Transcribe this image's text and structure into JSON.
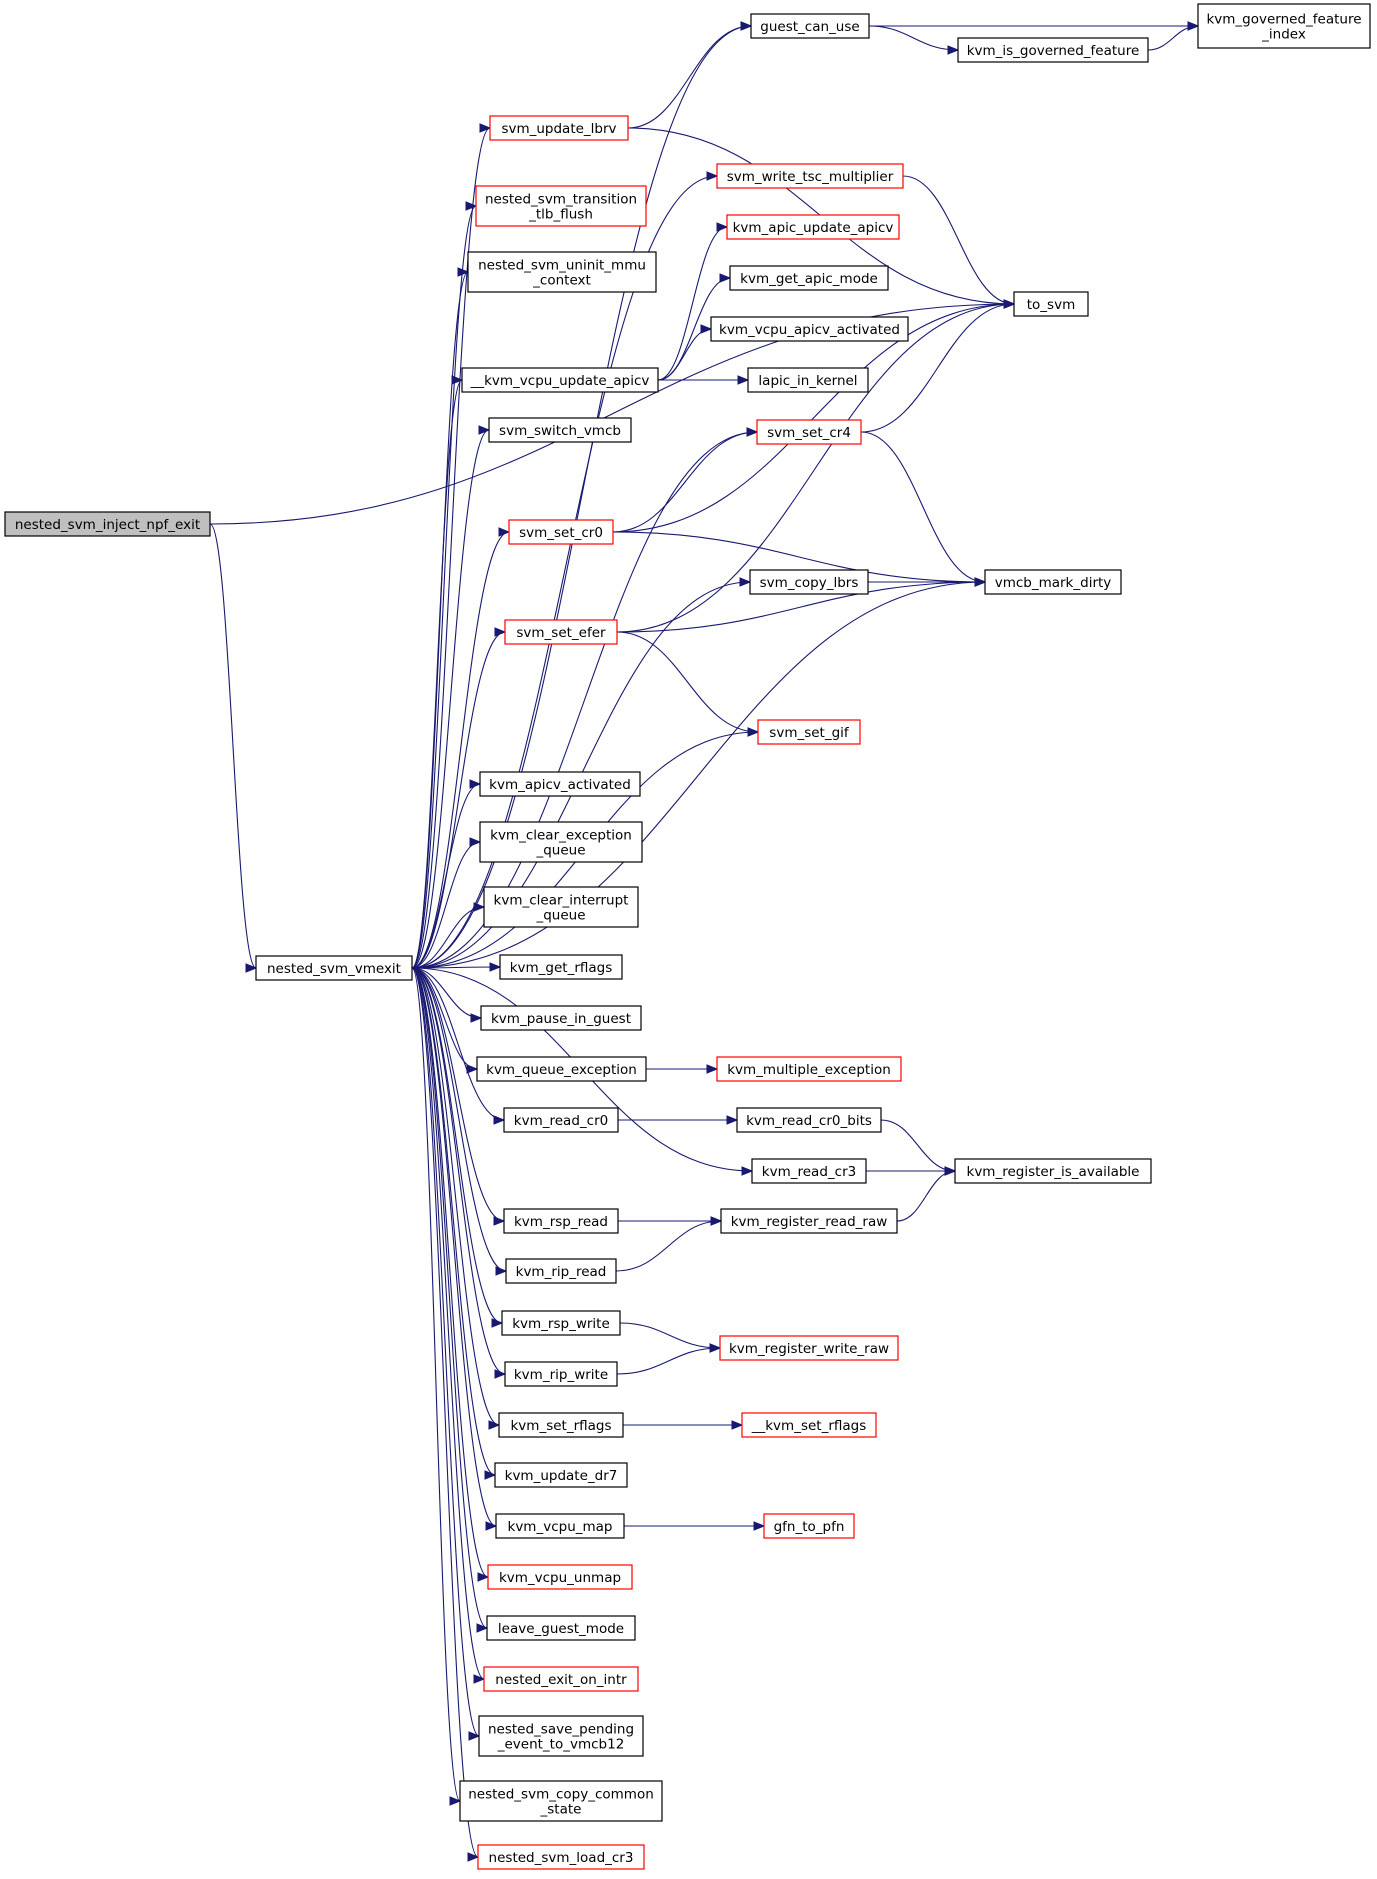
{
  "colors": {
    "edge": "#191970",
    "border_normal": "#000000",
    "border_truncated": "#ff0000",
    "root_fill": "#bfbfbf",
    "node_fill": "#ffffff"
  },
  "nodes": [
    {
      "id": "root",
      "lines": [
        "nested_svm_inject_npf_exit"
      ],
      "style": "root"
    },
    {
      "id": "vmexit",
      "lines": [
        "nested_svm_vmexit"
      ],
      "style": "normal"
    },
    {
      "id": "guest_can_use",
      "lines": [
        "guest_can_use"
      ],
      "style": "normal"
    },
    {
      "id": "gov_index",
      "lines": [
        "kvm_governed_feature",
        "_index"
      ],
      "style": "normal"
    },
    {
      "id": "is_governed",
      "lines": [
        "kvm_is_governed_feature"
      ],
      "style": "normal"
    },
    {
      "id": "update_lbrv",
      "lines": [
        "svm_update_lbrv"
      ],
      "style": "truncated"
    },
    {
      "id": "tlb_flush",
      "lines": [
        "nested_svm_transition",
        "_tlb_flush"
      ],
      "style": "truncated"
    },
    {
      "id": "uninit_mmu",
      "lines": [
        "nested_svm_uninit_mmu",
        "_context"
      ],
      "style": "normal"
    },
    {
      "id": "tsc_mult",
      "lines": [
        "svm_write_tsc_multiplier"
      ],
      "style": "truncated"
    },
    {
      "id": "apic_upd",
      "lines": [
        "kvm_apic_update_apicv"
      ],
      "style": "truncated"
    },
    {
      "id": "apic_mode",
      "lines": [
        "kvm_get_apic_mode"
      ],
      "style": "normal"
    },
    {
      "id": "to_svm",
      "lines": [
        "to_svm"
      ],
      "style": "normal"
    },
    {
      "id": "apicv_act",
      "lines": [
        "kvm_vcpu_apicv_activated"
      ],
      "style": "normal"
    },
    {
      "id": "vcpu_upd",
      "lines": [
        "__kvm_vcpu_update_apicv"
      ],
      "style": "normal"
    },
    {
      "id": "lapic",
      "lines": [
        "lapic_in_kernel"
      ],
      "style": "normal"
    },
    {
      "id": "switch_vmcb",
      "lines": [
        "svm_switch_vmcb"
      ],
      "style": "normal"
    },
    {
      "id": "set_cr4",
      "lines": [
        "svm_set_cr4"
      ],
      "style": "truncated"
    },
    {
      "id": "set_cr0",
      "lines": [
        "svm_set_cr0"
      ],
      "style": "truncated"
    },
    {
      "id": "copy_lbrs",
      "lines": [
        "svm_copy_lbrs"
      ],
      "style": "normal"
    },
    {
      "id": "mark_dirty",
      "lines": [
        "vmcb_mark_dirty"
      ],
      "style": "normal"
    },
    {
      "id": "set_efer",
      "lines": [
        "svm_set_efer"
      ],
      "style": "truncated"
    },
    {
      "id": "set_gif",
      "lines": [
        "svm_set_gif"
      ],
      "style": "truncated"
    },
    {
      "id": "apicv_activated",
      "lines": [
        "kvm_apicv_activated"
      ],
      "style": "normal"
    },
    {
      "id": "clr_exc",
      "lines": [
        "kvm_clear_exception",
        "_queue"
      ],
      "style": "normal"
    },
    {
      "id": "clr_int",
      "lines": [
        "kvm_clear_interrupt",
        "_queue"
      ],
      "style": "normal"
    },
    {
      "id": "get_rflags",
      "lines": [
        "kvm_get_rflags"
      ],
      "style": "normal"
    },
    {
      "id": "pause",
      "lines": [
        "kvm_pause_in_guest"
      ],
      "style": "normal"
    },
    {
      "id": "queue_exc",
      "lines": [
        "kvm_queue_exception"
      ],
      "style": "normal"
    },
    {
      "id": "mult_exc",
      "lines": [
        "kvm_multiple_exception"
      ],
      "style": "truncated"
    },
    {
      "id": "read_cr0",
      "lines": [
        "kvm_read_cr0"
      ],
      "style": "normal"
    },
    {
      "id": "read_cr0_bits",
      "lines": [
        "kvm_read_cr0_bits"
      ],
      "style": "normal"
    },
    {
      "id": "read_cr3",
      "lines": [
        "kvm_read_cr3"
      ],
      "style": "normal"
    },
    {
      "id": "reg_avail",
      "lines": [
        "kvm_register_is_available"
      ],
      "style": "normal"
    },
    {
      "id": "rsp_read",
      "lines": [
        "kvm_rsp_read"
      ],
      "style": "normal"
    },
    {
      "id": "reg_read_raw",
      "lines": [
        "kvm_register_read_raw"
      ],
      "style": "normal"
    },
    {
      "id": "rip_read",
      "lines": [
        "kvm_rip_read"
      ],
      "style": "normal"
    },
    {
      "id": "rsp_write",
      "lines": [
        "kvm_rsp_write"
      ],
      "style": "normal"
    },
    {
      "id": "reg_write_raw",
      "lines": [
        "kvm_register_write_raw"
      ],
      "style": "truncated"
    },
    {
      "id": "rip_write",
      "lines": [
        "kvm_rip_write"
      ],
      "style": "normal"
    },
    {
      "id": "set_rflags",
      "lines": [
        "kvm_set_rflags"
      ],
      "style": "normal"
    },
    {
      "id": "__set_rflags",
      "lines": [
        "__kvm_set_rflags"
      ],
      "style": "truncated"
    },
    {
      "id": "update_dr7",
      "lines": [
        "kvm_update_dr7"
      ],
      "style": "normal"
    },
    {
      "id": "vcpu_map",
      "lines": [
        "kvm_vcpu_map"
      ],
      "style": "normal"
    },
    {
      "id": "gfn_to_pfn",
      "lines": [
        "gfn_to_pfn"
      ],
      "style": "truncated"
    },
    {
      "id": "vcpu_unmap",
      "lines": [
        "kvm_vcpu_unmap"
      ],
      "style": "truncated"
    },
    {
      "id": "leave_guest",
      "lines": [
        "leave_guest_mode"
      ],
      "style": "normal"
    },
    {
      "id": "exit_on_intr",
      "lines": [
        "nested_exit_on_intr"
      ],
      "style": "truncated"
    },
    {
      "id": "save_pending",
      "lines": [
        "nested_save_pending",
        "_event_to_vmcb12"
      ],
      "style": "normal"
    },
    {
      "id": "copy_common",
      "lines": [
        "nested_svm_copy_common",
        "_state"
      ],
      "style": "normal"
    },
    {
      "id": "load_cr3",
      "lines": [
        "nested_svm_load_cr3"
      ],
      "style": "truncated"
    }
  ],
  "edges": [
    [
      "root",
      "to_svm"
    ],
    [
      "root",
      "vmexit"
    ],
    [
      "vmexit",
      "guest_can_use"
    ],
    [
      "vmexit",
      "update_lbrv"
    ],
    [
      "vmexit",
      "tlb_flush"
    ],
    [
      "vmexit",
      "uninit_mmu"
    ],
    [
      "vmexit",
      "tsc_mult"
    ],
    [
      "vmexit",
      "vcpu_upd"
    ],
    [
      "vmexit",
      "switch_vmcb"
    ],
    [
      "vmexit",
      "set_cr4"
    ],
    [
      "vmexit",
      "set_cr0"
    ],
    [
      "vmexit",
      "copy_lbrs"
    ],
    [
      "vmexit",
      "set_efer"
    ],
    [
      "vmexit",
      "set_gif"
    ],
    [
      "vmexit",
      "mark_dirty"
    ],
    [
      "vmexit",
      "apicv_activated"
    ],
    [
      "vmexit",
      "clr_exc"
    ],
    [
      "vmexit",
      "clr_int"
    ],
    [
      "vmexit",
      "get_rflags"
    ],
    [
      "vmexit",
      "pause"
    ],
    [
      "vmexit",
      "queue_exc"
    ],
    [
      "vmexit",
      "read_cr0"
    ],
    [
      "vmexit",
      "read_cr3"
    ],
    [
      "vmexit",
      "rsp_read"
    ],
    [
      "vmexit",
      "rip_read"
    ],
    [
      "vmexit",
      "rsp_write"
    ],
    [
      "vmexit",
      "rip_write"
    ],
    [
      "vmexit",
      "set_rflags"
    ],
    [
      "vmexit",
      "update_dr7"
    ],
    [
      "vmexit",
      "vcpu_map"
    ],
    [
      "vmexit",
      "vcpu_unmap"
    ],
    [
      "vmexit",
      "leave_guest"
    ],
    [
      "vmexit",
      "exit_on_intr"
    ],
    [
      "vmexit",
      "save_pending"
    ],
    [
      "vmexit",
      "copy_common"
    ],
    [
      "vmexit",
      "load_cr3"
    ],
    [
      "guest_can_use",
      "gov_index"
    ],
    [
      "guest_can_use",
      "is_governed"
    ],
    [
      "is_governed",
      "gov_index"
    ],
    [
      "update_lbrv",
      "guest_can_use"
    ],
    [
      "update_lbrv",
      "to_svm"
    ],
    [
      "tsc_mult",
      "to_svm"
    ],
    [
      "vcpu_upd",
      "apic_upd"
    ],
    [
      "vcpu_upd",
      "apic_mode"
    ],
    [
      "vcpu_upd",
      "apicv_act"
    ],
    [
      "vcpu_upd",
      "lapic"
    ],
    [
      "set_cr4",
      "to_svm"
    ],
    [
      "set_cr4",
      "mark_dirty"
    ],
    [
      "set_cr0",
      "set_cr4"
    ],
    [
      "set_cr0",
      "to_svm"
    ],
    [
      "set_cr0",
      "mark_dirty"
    ],
    [
      "copy_lbrs",
      "mark_dirty"
    ],
    [
      "set_efer",
      "to_svm"
    ],
    [
      "set_efer",
      "mark_dirty"
    ],
    [
      "set_efer",
      "set_gif"
    ],
    [
      "queue_exc",
      "mult_exc"
    ],
    [
      "read_cr0",
      "read_cr0_bits"
    ],
    [
      "read_cr0_bits",
      "reg_avail"
    ],
    [
      "read_cr3",
      "reg_avail"
    ],
    [
      "rsp_read",
      "reg_read_raw"
    ],
    [
      "rip_read",
      "reg_read_raw"
    ],
    [
      "reg_read_raw",
      "reg_avail"
    ],
    [
      "rsp_write",
      "reg_write_raw"
    ],
    [
      "rip_write",
      "reg_write_raw"
    ],
    [
      "set_rflags",
      "__set_rflags"
    ],
    [
      "vcpu_map",
      "gfn_to_pfn"
    ]
  ]
}
